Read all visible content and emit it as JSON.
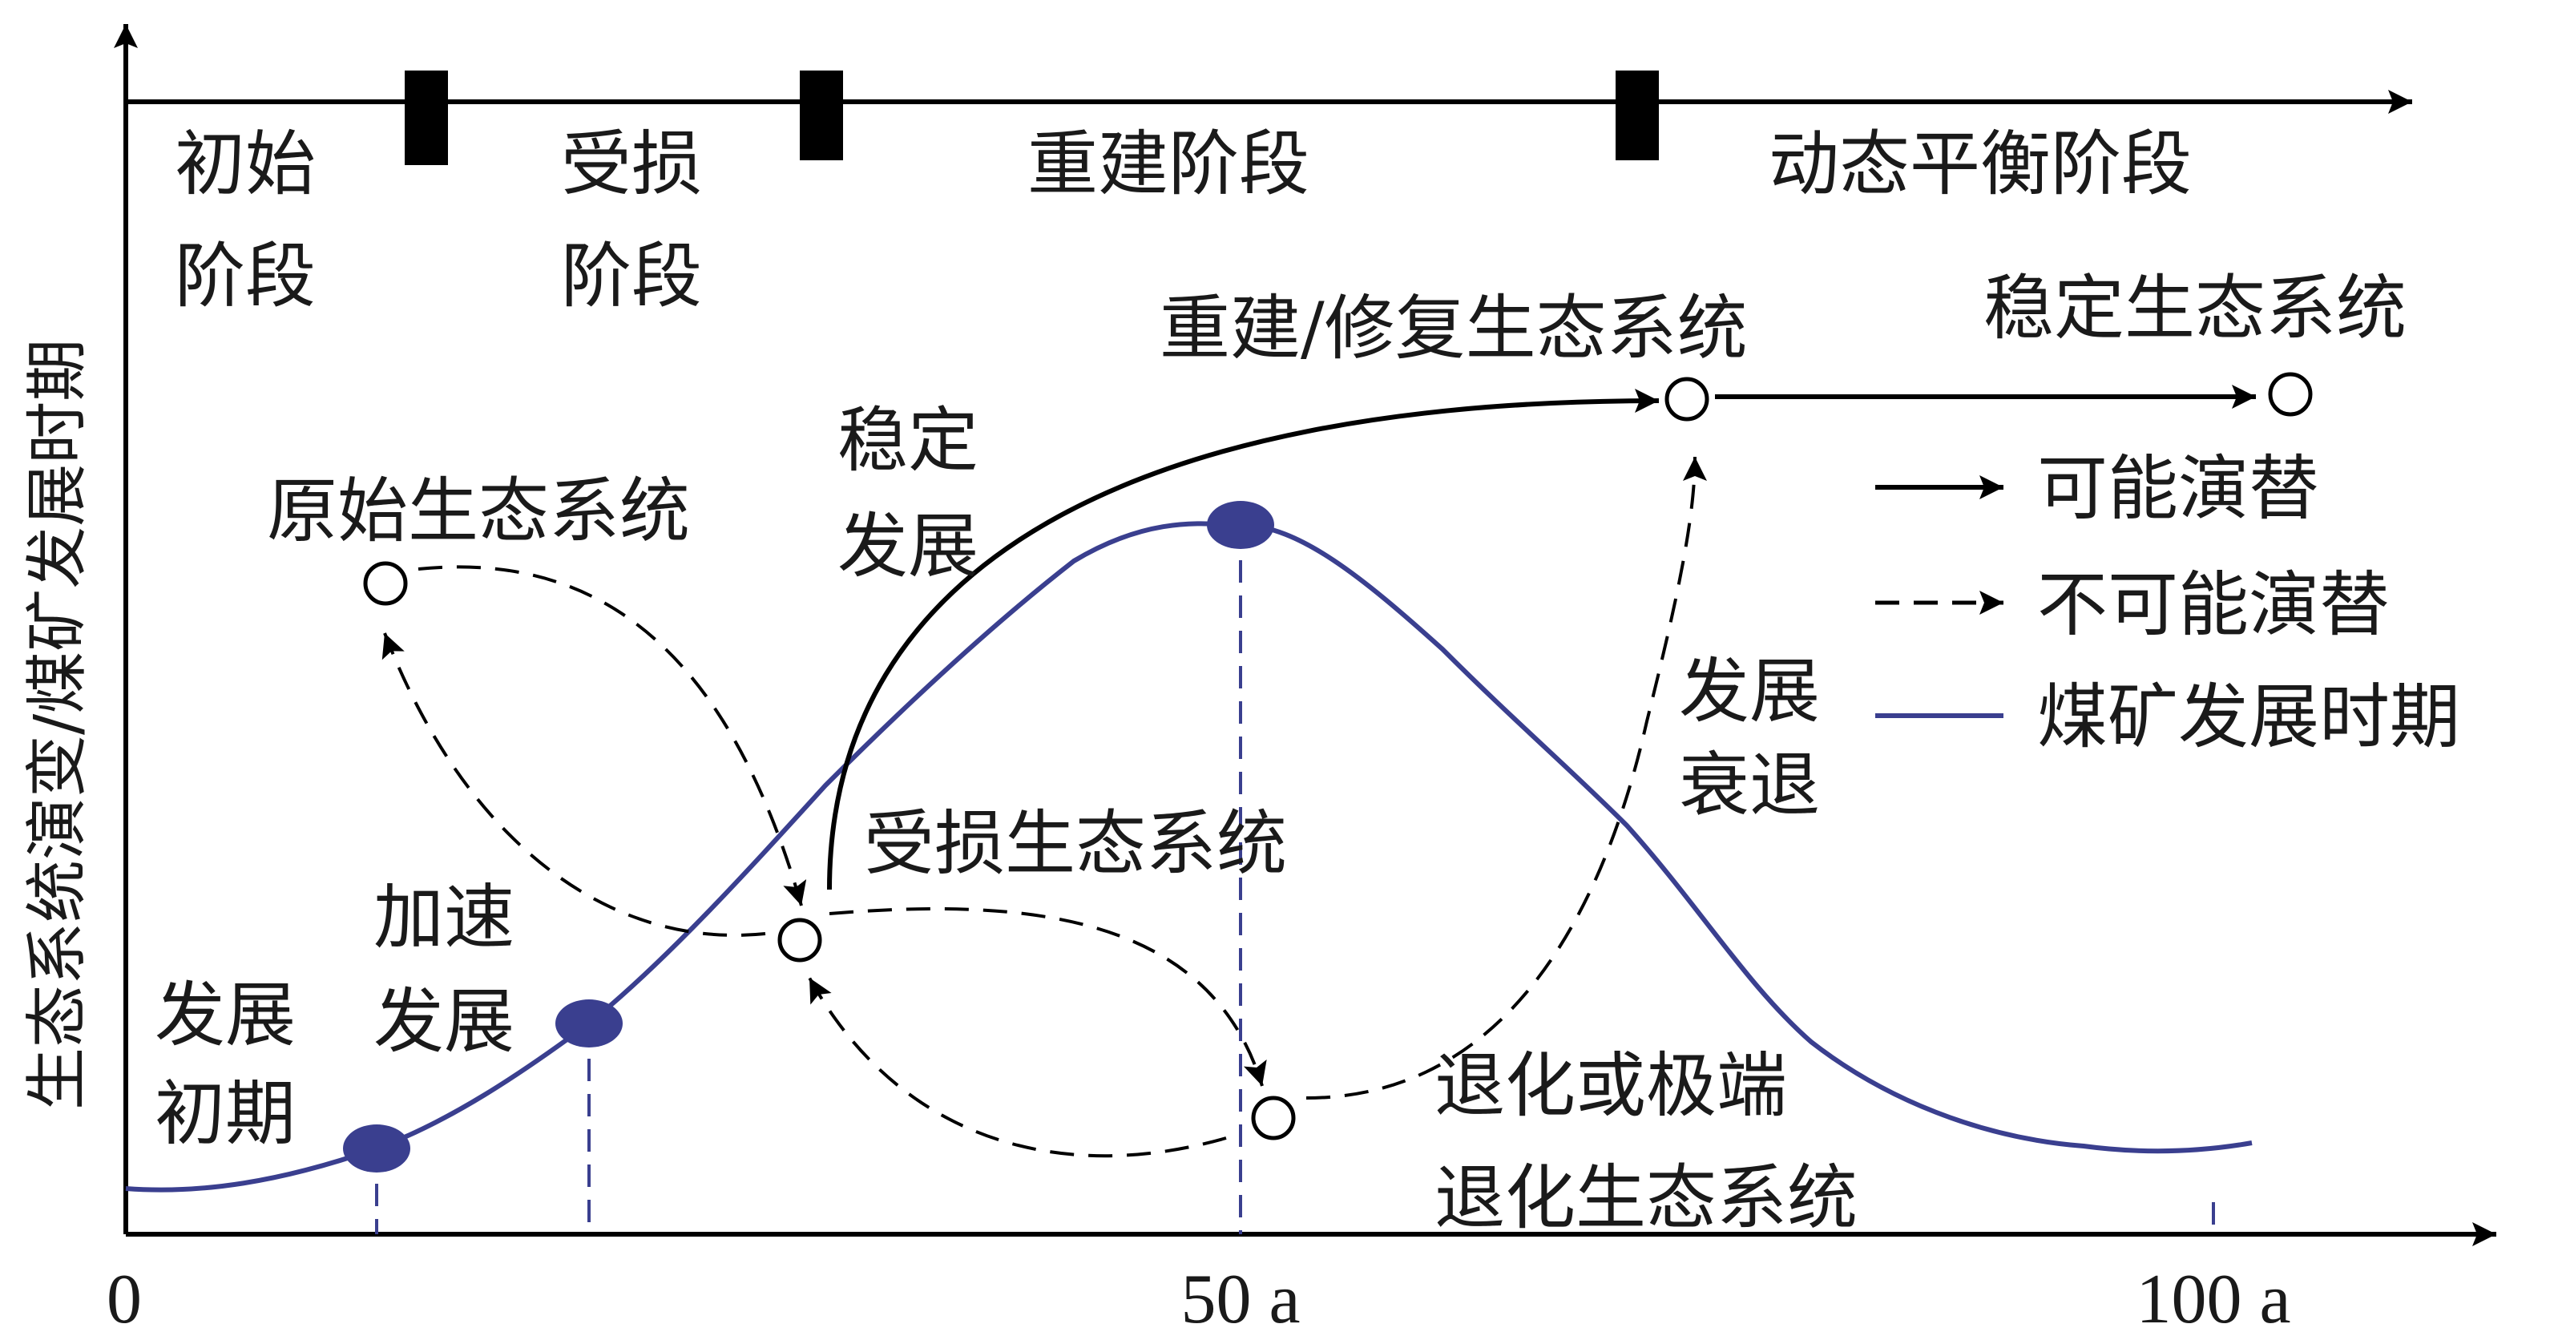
{
  "y_axis_label": "生态系统演变/煤矿发展时期",
  "x_ticks": [
    "0",
    "50 a",
    "100 a"
  ],
  "stages": [
    {
      "line1": "初始",
      "line2": "阶段"
    },
    {
      "line1": "受损",
      "line2": "阶段"
    },
    {
      "line1": "重建阶段",
      "line2": ""
    },
    {
      "line1": "动态平衡阶段",
      "line2": ""
    }
  ],
  "nodes": {
    "original": "原始生态系统",
    "damaged": "受损生态系统",
    "degraded_line1": "退化或极端",
    "degraded_line2": "退化生态系统",
    "rebuilt": "重建/修复生态系统",
    "stable": "稳定生态系统"
  },
  "phases": {
    "early_line1": "发展",
    "early_line2": "初期",
    "accel_line1": "加速",
    "accel_line2": "发展",
    "stable_line1": "稳定",
    "stable_line2": "发展",
    "decline_line1": "发展",
    "decline_line2": "衰退"
  },
  "legend": {
    "possible": "可能演替",
    "impossible": "不可能演替",
    "mining": "煤矿发展时期"
  },
  "colors": {
    "mining_curve": "#3a3f8f",
    "axis": "#000000",
    "arrows": "#000000"
  }
}
